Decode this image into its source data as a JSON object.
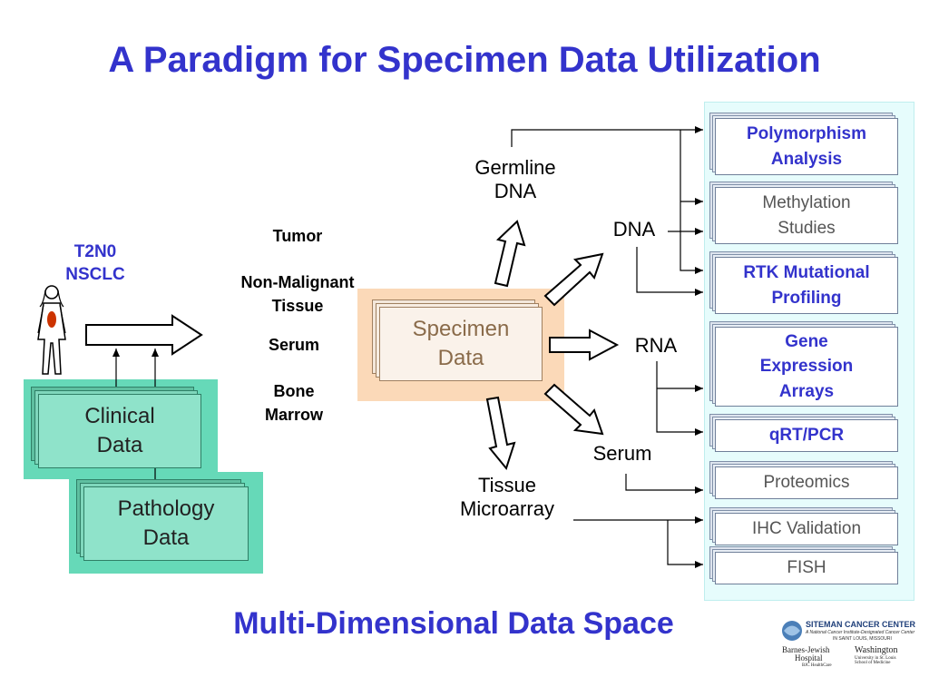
{
  "title": "A Paradigm for Specimen Data Utilization",
  "subtitle": "Multi-Dimensional Data Space",
  "patient": {
    "line1": "T2N0",
    "line2": "NSCLC"
  },
  "boxes": {
    "clinical": {
      "line1": "Clinical",
      "line2": "Data"
    },
    "pathology": {
      "line1": "Pathology",
      "line2": "Data"
    },
    "specimen": {
      "line1": "Specimen",
      "line2": "Data"
    }
  },
  "sample_types": {
    "tumor": "Tumor",
    "non_malignant_1": "Non-Malignant",
    "non_malignant_2": "Tissue",
    "serum": "Serum",
    "bone_1": "Bone",
    "bone_2": "Marrow"
  },
  "analytes": {
    "germline_1": "Germline",
    "germline_2": "DNA",
    "dna": "DNA",
    "rna": "RNA",
    "serum": "Serum",
    "tissue_1": "Tissue",
    "tissue_2": "Microarray"
  },
  "assays": [
    {
      "line1": "Polymorphism",
      "line2": "Analysis",
      "line3": "",
      "style": "bold"
    },
    {
      "line1": "Methylation",
      "line2": "Studies",
      "line3": "",
      "style": "reg"
    },
    {
      "line1": "RTK Mutational",
      "line2": "Profiling",
      "line3": "",
      "style": "bold"
    },
    {
      "line1": "Gene",
      "line2": "Expression",
      "line3": "Arrays",
      "style": "bold"
    },
    {
      "line1": "qRT/PCR",
      "line2": "",
      "line3": "",
      "style": "bold"
    },
    {
      "line1": "Proteomics",
      "line2": "",
      "line3": "",
      "style": "reg"
    },
    {
      "line1": "IHC Validation",
      "line2": "",
      "line3": "",
      "style": "reg"
    },
    {
      "line1": "FISH",
      "line2": "",
      "line3": "",
      "style": "reg"
    }
  ],
  "logo": {
    "name": "SITEMAN CANCER CENTER",
    "tagline": "A National Cancer Institute-Designated Cancer Center",
    "location": "IN SAINT LOUIS, MISSOURI",
    "hospital_1": "Barnes-Jewish",
    "hospital_2": "Hospital",
    "bjc": "BJC HealthCare",
    "univ_1": "Washington",
    "univ_2": "University in St. Louis",
    "univ_3": "School of Medicine"
  },
  "colors": {
    "title": "#3333cc",
    "green_fill": "#8fe3ca",
    "green_panel": "#66d9b8",
    "peach_panel": "#fbd9b8",
    "assay_panel": "#e6fcfc"
  }
}
